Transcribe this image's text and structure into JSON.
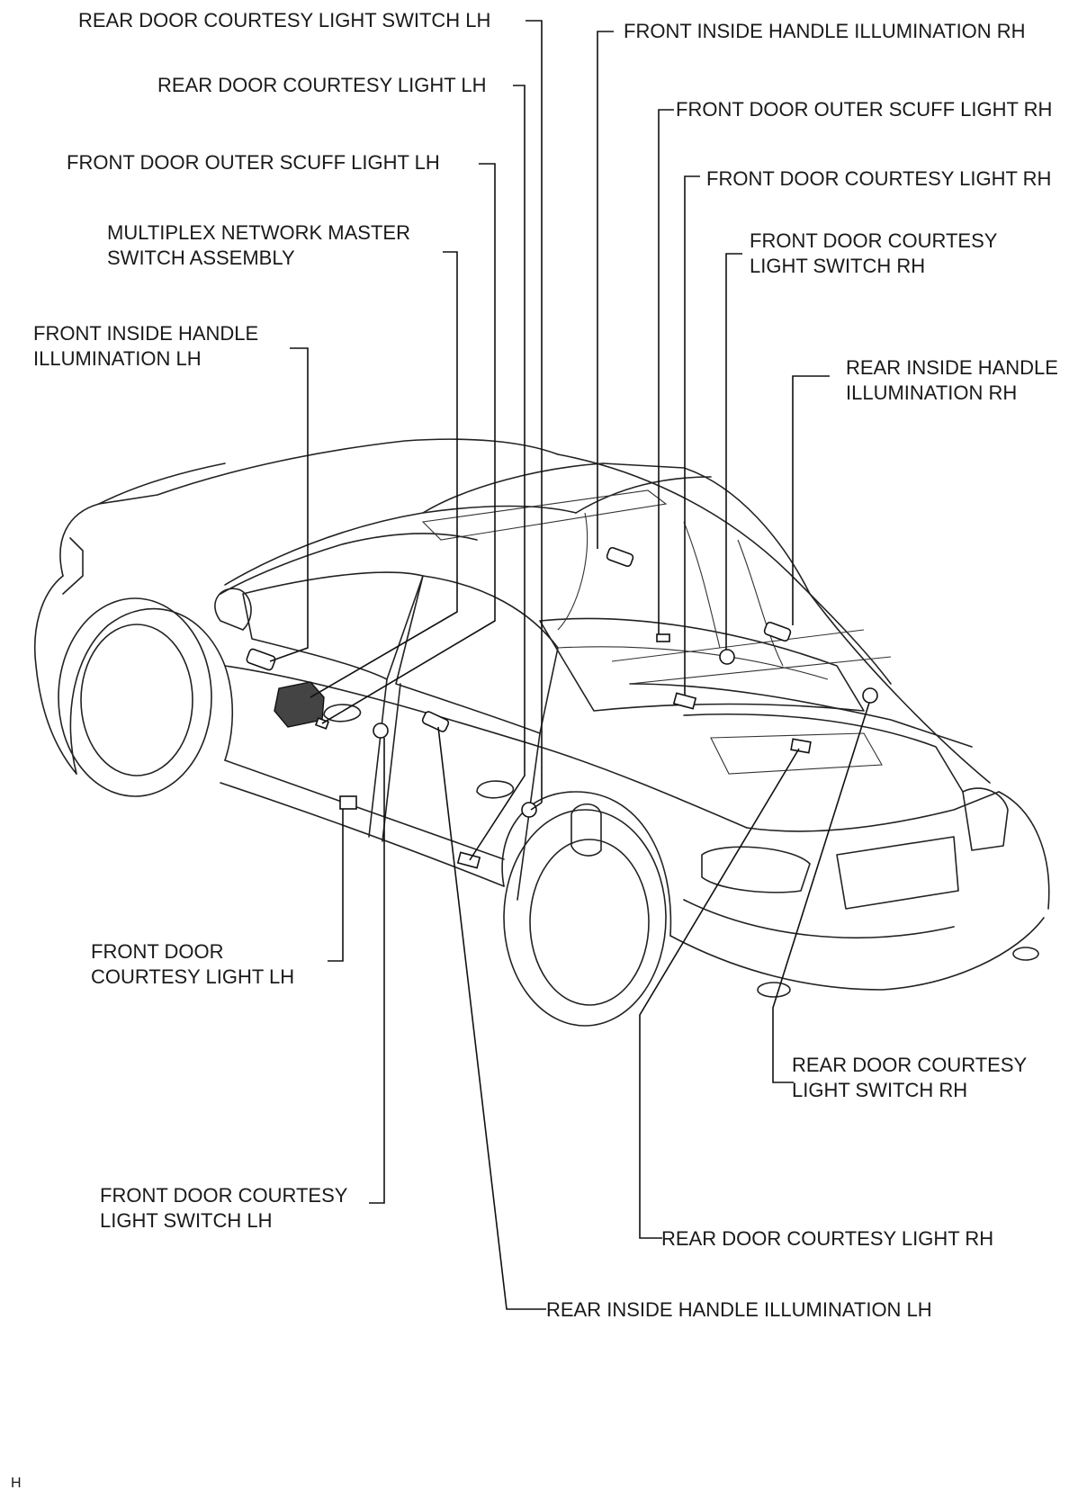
{
  "labels": {
    "rear_door_courtesy_light_switch_lh": "REAR DOOR COURTESY LIGHT SWITCH LH",
    "rear_door_courtesy_light_lh": "REAR DOOR COURTESY LIGHT LH",
    "front_door_outer_scuff_light_lh": "FRONT DOOR OUTER SCUFF LIGHT LH",
    "multiplex_network_master_switch_assembly": "MULTIPLEX NETWORK MASTER\nSWITCH ASSEMBLY",
    "front_inside_handle_illumination_lh": "FRONT INSIDE HANDLE\nILLUMINATION LH",
    "front_inside_handle_illumination_rh": "FRONT INSIDE HANDLE ILLUMINATION RH",
    "front_door_outer_scuff_light_rh": "FRONT DOOR OUTER SCUFF LIGHT RH",
    "front_door_courtesy_light_rh": "FRONT DOOR COURTESY LIGHT RH",
    "front_door_courtesy_light_switch_rh": "FRONT DOOR COURTESY\nLIGHT SWITCH RH",
    "rear_inside_handle_illumination_rh": "REAR INSIDE HANDLE\nILLUMINATION RH",
    "front_door_courtesy_light_lh": "FRONT DOOR\nCOURTESY LIGHT LH",
    "rear_door_courtesy_light_switch_rh": "REAR DOOR COURTESY\nLIGHT SWITCH RH",
    "front_door_courtesy_light_switch_lh": "FRONT DOOR COURTESY\nLIGHT SWITCH LH",
    "rear_door_courtesy_light_rh": "REAR DOOR COURTESY LIGHT RH",
    "rear_inside_handle_illumination_lh": "REAR INSIDE HANDLE ILLUMINATION LH"
  },
  "figure_code": "H"
}
